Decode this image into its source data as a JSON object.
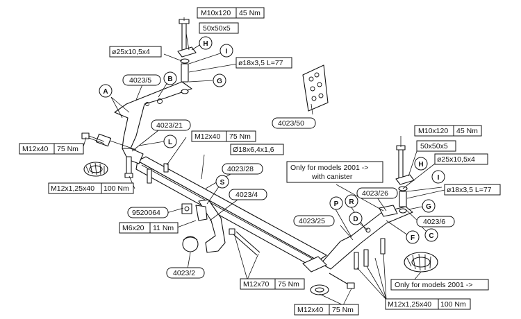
{
  "boxes": {
    "m10x120_a": "M10x120",
    "nm45_a": "45 Nm",
    "plate_a": "50x50x5",
    "washer_a": "ø25x10,5x4",
    "tube_a": "ø18x3,5 L=77",
    "p4023_5": "4023/5",
    "p4023_50": "4023/50",
    "p4023_21": "4023/21",
    "m12x40_a": "M12x40",
    "nm75_a": "75 Nm",
    "m12x40_b": "M12x40",
    "nm75_b": "75 Nm",
    "d18": "Ø18x6,4x1,6",
    "p4023_28": "4023/28",
    "m12x125_a": "M12x1,25x40",
    "nm100_a": "100 Nm",
    "p4023_4": "4023/4",
    "p9520064": "9520064",
    "m6x20": "M6x20",
    "nm11": "11 Nm",
    "p4023_2": "4023/2",
    "m12x70": "M12x70",
    "nm75_c": "75 Nm",
    "m12x40_c": "M12x40",
    "nm75_d": "75 Nm",
    "m10x120_b": "M10x120",
    "nm45_b": "45 Nm",
    "plate_b": "50x50x5",
    "washer_b": "ø25x10,5x4",
    "tube_b": "ø18x3,5 L=77",
    "only2001_canister_1": "Only for models 2001 ->",
    "only2001_canister_2": "with canister",
    "p4023_26": "4023/26",
    "p4023_25": "4023/25",
    "p4023_6": "4023/6",
    "only2001": "Only for models 2001 ->",
    "m12x125_b": "M12x1,25x40",
    "nm100_b": "100 Nm"
  },
  "callouts": {
    "A": "A",
    "B": "B",
    "H1": "H",
    "I1": "I",
    "G1": "G",
    "L": "L",
    "S": "S",
    "H2": "H",
    "I2": "I",
    "G2": "G",
    "C": "C",
    "F": "F",
    "P": "P",
    "R": "R",
    "D": "D"
  }
}
